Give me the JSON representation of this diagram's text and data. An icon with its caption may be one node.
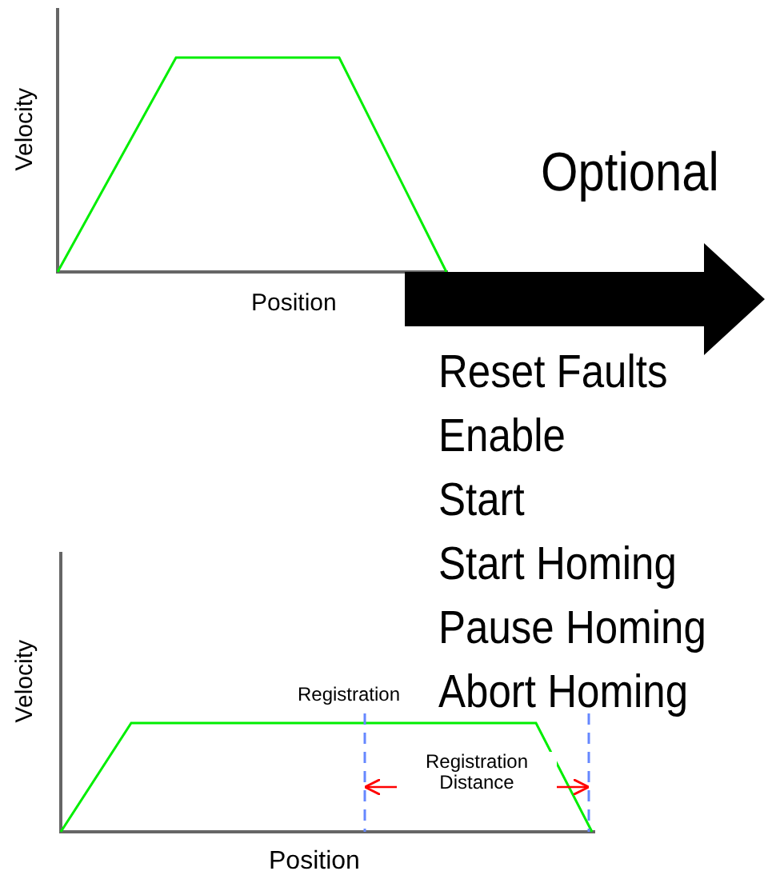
{
  "diagram": {
    "labels": [
      "Velocity",
      "Position",
      "Optional",
      "Reset Faults",
      "Enable",
      "Start",
      "Start Homing",
      "Pause Homing",
      "Abort Homing",
      "Velocity",
      "Registration",
      "Registration Distance",
      "Position"
    ]
  }
}
